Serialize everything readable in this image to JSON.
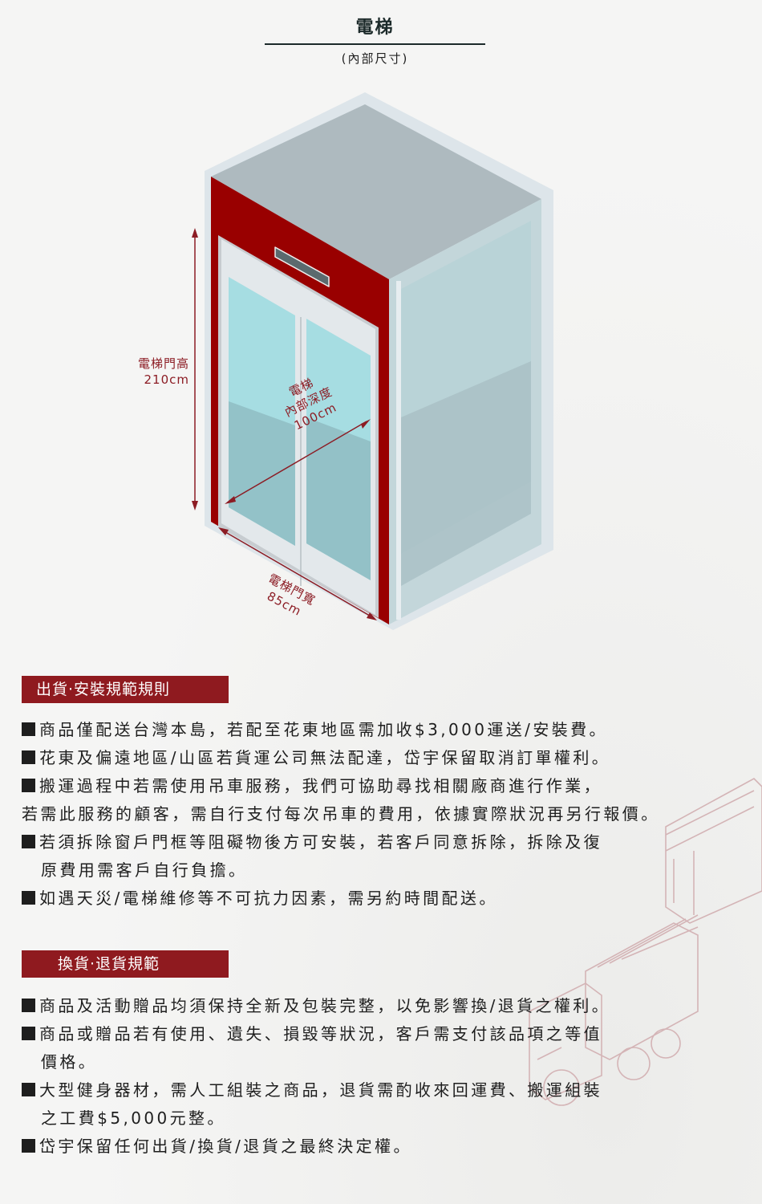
{
  "header": {
    "title": "電梯",
    "subtitle": "(內部尺寸)"
  },
  "diagram": {
    "door_height_label": "電梯門高",
    "door_height_value": "210cm",
    "depth_label_line1": "電梯",
    "depth_label_line2": "內部深度",
    "depth_value": "100cm",
    "door_width_label": "電梯門寬",
    "door_width_value": "85cm",
    "colors": {
      "frame_red": "#990000",
      "ceiling": "#aebabf",
      "glass": "#a6dde2",
      "outline": "#dde5ea",
      "dimension": "#8c1c24"
    }
  },
  "shipping_section": {
    "heading": "出貨‧安裝規範規則",
    "items": [
      {
        "first": "商品僅配送台灣本島，若配至花東地區需加收$3,000運送/安裝費。",
        "rest": ""
      },
      {
        "first": "花東及偏遠地區/山區若貨運公司無法配達，岱宇保留取消訂單權利。",
        "rest": ""
      },
      {
        "first": "搬運過程中若需使用吊車服務，我們可協助尋找相關廠商進行作業，",
        "rest": "若需此服務的顧客，需自行支付每次吊車的費用，依據實際狀況再另行報價。"
      },
      {
        "first": "若須拆除窗戶門框等阻礙物後方可安裝，若客戶同意拆除，拆除及復",
        "rest": "原費用需客戶自行負擔。"
      },
      {
        "first": "如遇天災/電梯維修等不可抗力因素，需另約時間配送。",
        "rest": ""
      }
    ]
  },
  "return_section": {
    "heading": "換貨‧退貨規範",
    "items": [
      {
        "first": "商品及活動贈品均須保持全新及包裝完整，以免影響換/退貨之權利。",
        "rest": ""
      },
      {
        "first": "商品或贈品若有使用、遺失、損毀等狀況，客戶需支付該品項之等值",
        "rest": "價格。"
      },
      {
        "first": "大型健身器材，需人工組裝之商品，退貨需酌收來回運費、搬運組裝",
        "rest": "之工費$5,000元整。"
      },
      {
        "first": "岱宇保留任何出貨/換貨/退貨之最終決定權。",
        "rest": ""
      }
    ]
  }
}
